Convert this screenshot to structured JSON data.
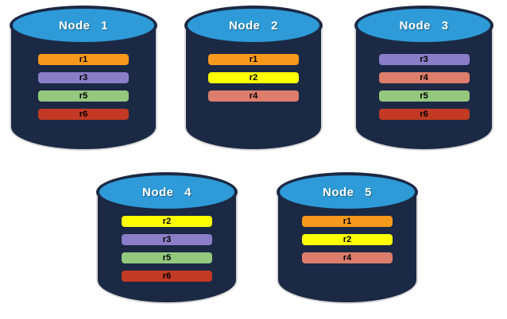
{
  "diagram_title": "database-nodes-replica-distribution",
  "colors": {
    "background": "#ffffff",
    "cylinder_body": "#1b2944",
    "cylinder_top": "#2e9bd8",
    "cylinder_outline": "#d9d9d9",
    "node_label_text": "#ffffff",
    "bar_label_text": "#000000",
    "replicas": {
      "r1": "#f7991c",
      "r2": "#ffff00",
      "r3": "#8a7ec8",
      "r4": "#dd7d6c",
      "r5": "#93c87e",
      "r6": "#c23a23"
    }
  },
  "nodes": [
    {
      "label": "Node 1",
      "replicas": [
        "r1",
        "r3",
        "r5",
        "r6"
      ]
    },
    {
      "label": "Node 2",
      "replicas": [
        "r1",
        "r2",
        "r4"
      ]
    },
    {
      "label": "Node 3",
      "replicas": [
        "r3",
        "r4",
        "r5",
        "r6"
      ]
    },
    {
      "label": "Node 4",
      "replicas": [
        "r2",
        "r3",
        "r5",
        "r6"
      ]
    },
    {
      "label": "Node 5",
      "replicas": [
        "r1",
        "r2",
        "r4"
      ]
    }
  ]
}
